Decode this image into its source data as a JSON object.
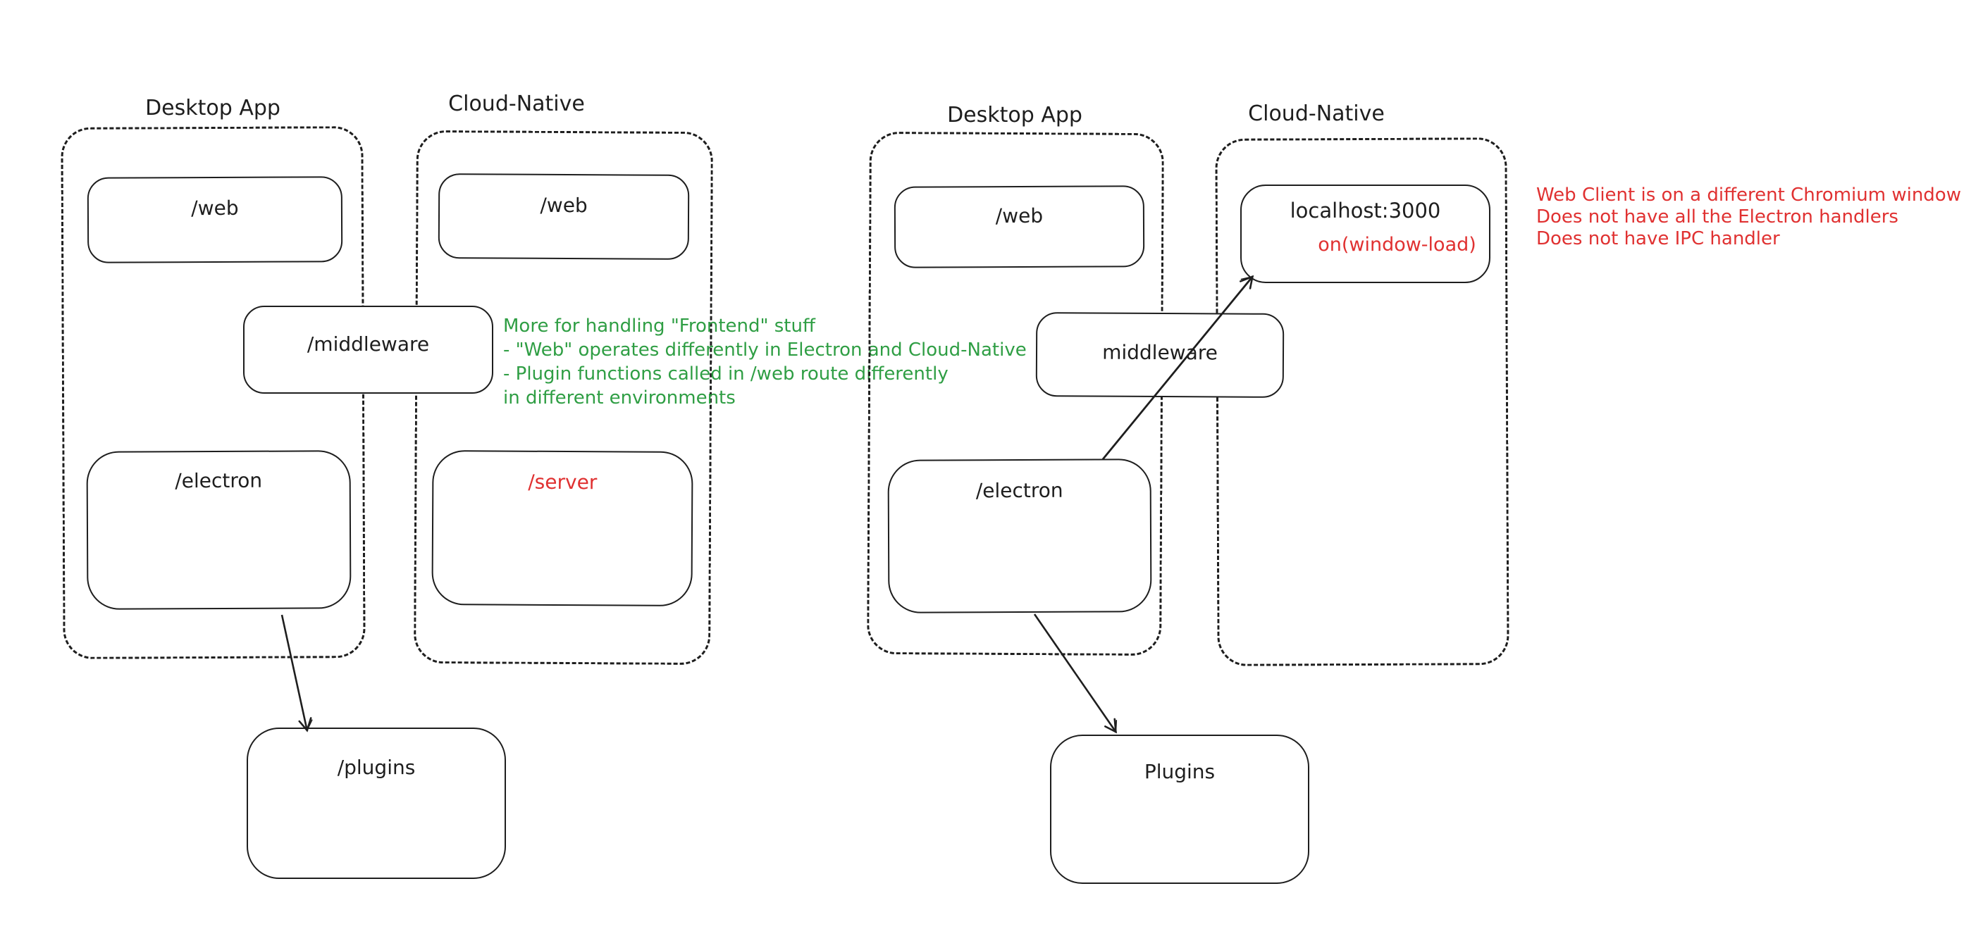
{
  "colors": {
    "ink": "#1e1e1e",
    "red": "#e03131",
    "green": "#2f9e44",
    "background": "#ffffff"
  },
  "left_diagram": {
    "desktop_label": "Desktop App",
    "cloud_label": "Cloud-Native",
    "web_desktop": "/web",
    "web_cloud": "/web",
    "middleware": "/middleware",
    "electron": "/electron",
    "server": "/server",
    "plugins": "/plugins",
    "note_lines": [
      "More for handling \"Frontend\" stuff",
      "- \"Web\" operates differently in Electron and Cloud-Native",
      "- Plugin functions called in /web route differently",
      "in different environments"
    ]
  },
  "right_diagram": {
    "desktop_label": "Desktop App",
    "cloud_label": "Cloud-Native",
    "web": "/web",
    "localhost": "localhost:3000",
    "window_load": "on(window-load)",
    "middleware": "middleware",
    "electron": "/electron",
    "plugins": "Plugins",
    "note_lines": [
      "Web Client is on a different Chromium window",
      "Does not have all the Electron handlers",
      "Does not have IPC handler"
    ]
  }
}
